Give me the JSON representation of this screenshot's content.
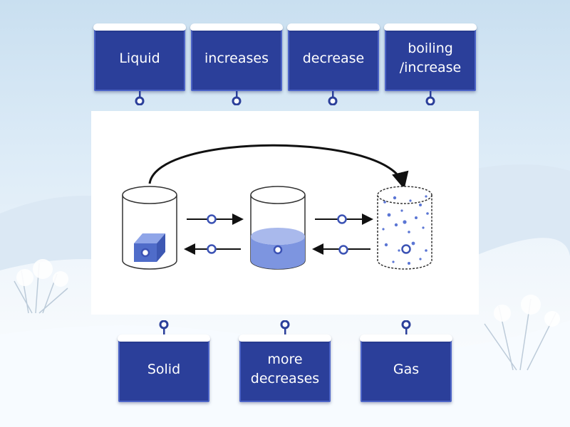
{
  "top_tiles": [
    {
      "label": "Liquid"
    },
    {
      "label": "increases"
    },
    {
      "label": "decrease"
    },
    {
      "label": "boiling /increase"
    }
  ],
  "bottom_tiles": [
    {
      "label": "Solid"
    },
    {
      "label": "more decreases"
    },
    {
      "label": "Gas"
    }
  ],
  "colors": {
    "tile_fill": "#2b3f9a",
    "tile_border": "#4c64c7",
    "tile_text": "#ffffff",
    "pin": "#2b3f9a",
    "liquid": "#7d95e0",
    "solid": "#6f88da"
  },
  "diagram": {
    "containers": [
      "solid-container",
      "liquid-container",
      "gas-container"
    ]
  }
}
